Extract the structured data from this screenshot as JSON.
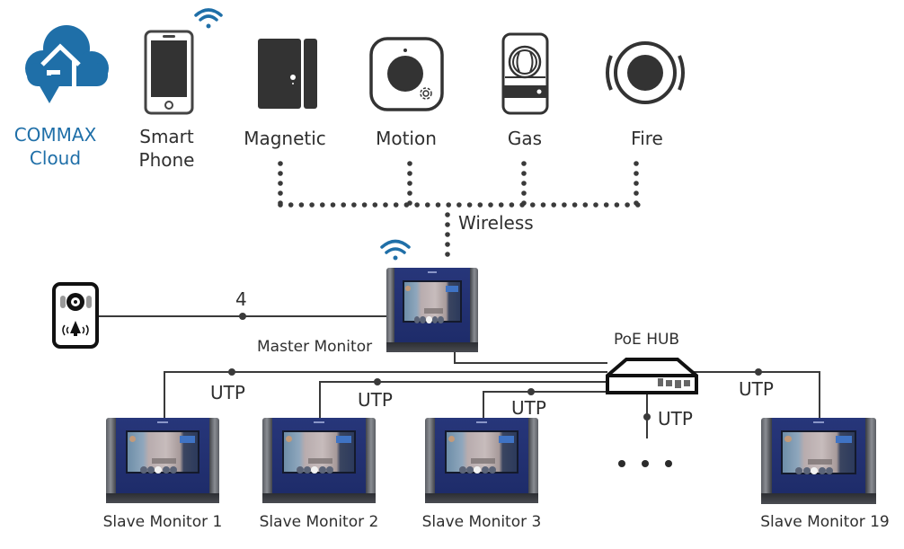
{
  "diagram": {
    "top_devices": [
      {
        "id": "cloud",
        "label_line1": "COMMAX",
        "label_line2": "Cloud",
        "icon": "cloud-home-icon"
      },
      {
        "id": "phone",
        "label_line1": "Smart",
        "label_line2": "Phone",
        "icon": "smartphone-icon"
      },
      {
        "id": "magnetic",
        "label": "Magnetic",
        "icon": "door-magnetic-sensor-icon"
      },
      {
        "id": "motion",
        "label": "Motion",
        "icon": "motion-sensor-icon"
      },
      {
        "id": "gas",
        "label": "Gas",
        "icon": "gas-detector-icon"
      },
      {
        "id": "fire",
        "label": "Fire",
        "icon": "fire-detector-icon"
      }
    ],
    "connections": {
      "wireless_label": "Wireless",
      "door_cable_label": "4",
      "utp_label": "UTP"
    },
    "door_station": {
      "icon": "door-station-icon"
    },
    "master": {
      "label": "Master Monitor",
      "icon": "video-monitor-icon",
      "wifi_icon": "wifi-icon"
    },
    "hub": {
      "label": "PoE HUB",
      "icon": "poe-hub-icon"
    },
    "slaves": [
      {
        "label": "Slave Monitor 1"
      },
      {
        "label": "Slave Monitor 2"
      },
      {
        "label": "Slave Monitor 3"
      },
      {
        "label": "Slave Monitor 19"
      }
    ],
    "ellipsis": "• • •",
    "colors": {
      "brand_blue": "#1f6fa8",
      "line": "#3a3a3a",
      "icon_dark": "#333333"
    }
  }
}
